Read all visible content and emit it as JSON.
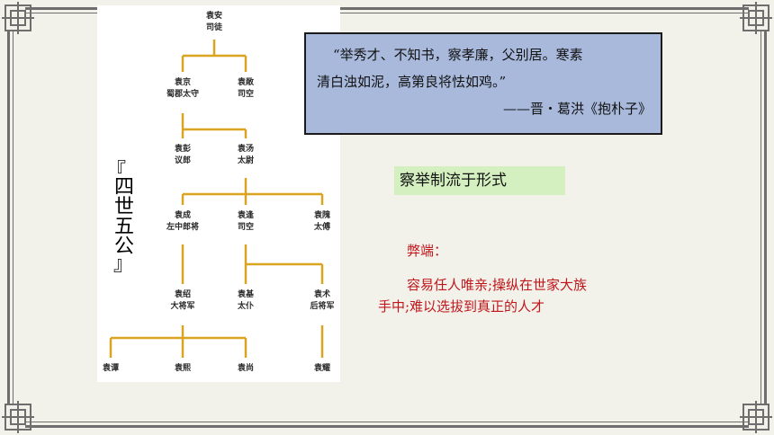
{
  "tree": {
    "nodes": [
      {
        "id": "an",
        "name": "袁安",
        "title": "司徒"
      },
      {
        "id": "jing",
        "name": "袁京",
        "title": "蜀郡太守"
      },
      {
        "id": "chang",
        "name": "袁敞",
        "title": "司空"
      },
      {
        "id": "peng",
        "name": "袁彭",
        "title": "议郎"
      },
      {
        "id": "tang",
        "name": "袁汤",
        "title": "太尉"
      },
      {
        "id": "cheng",
        "name": "袁成",
        "title": "左中郎将"
      },
      {
        "id": "feng",
        "name": "袁逢",
        "title": "司空"
      },
      {
        "id": "wei",
        "name": "袁隗",
        "title": "太傅"
      },
      {
        "id": "shao",
        "name": "袁绍",
        "title": "大将军"
      },
      {
        "id": "ji",
        "name": "袁基",
        "title": "太仆"
      },
      {
        "id": "shu",
        "name": "袁术",
        "title": "后将军"
      },
      {
        "id": "tan",
        "name": "袁谭",
        "title": ""
      },
      {
        "id": "xi",
        "name": "袁熙",
        "title": ""
      },
      {
        "id": "shang",
        "name": "袁尚",
        "title": ""
      },
      {
        "id": "yao",
        "name": "袁耀",
        "title": ""
      }
    ]
  },
  "label": {
    "open_bracket": "『",
    "chars": [
      "四",
      "世",
      "五",
      "公"
    ],
    "close_bracket": "』"
  },
  "quote": {
    "line1": "“举秀才、不知书，察孝廉，父别居。寒素",
    "line2": "清白浊如泥，高第良将怯如鸡。”",
    "source": "——晋・葛洪《抱朴子》"
  },
  "green_box": "察举制流于形式",
  "bi_duan": {
    "title": "弊端：",
    "line1": "容易任人唯亲;操纵在世家大族",
    "line2": "手中;难以选拔到真正的人才"
  },
  "colors": {
    "tree_line": "#d9a520",
    "quote_bg": "#a8b9dc",
    "green_bg": "#d4f0c0",
    "accent_red": "#c0161b"
  }
}
